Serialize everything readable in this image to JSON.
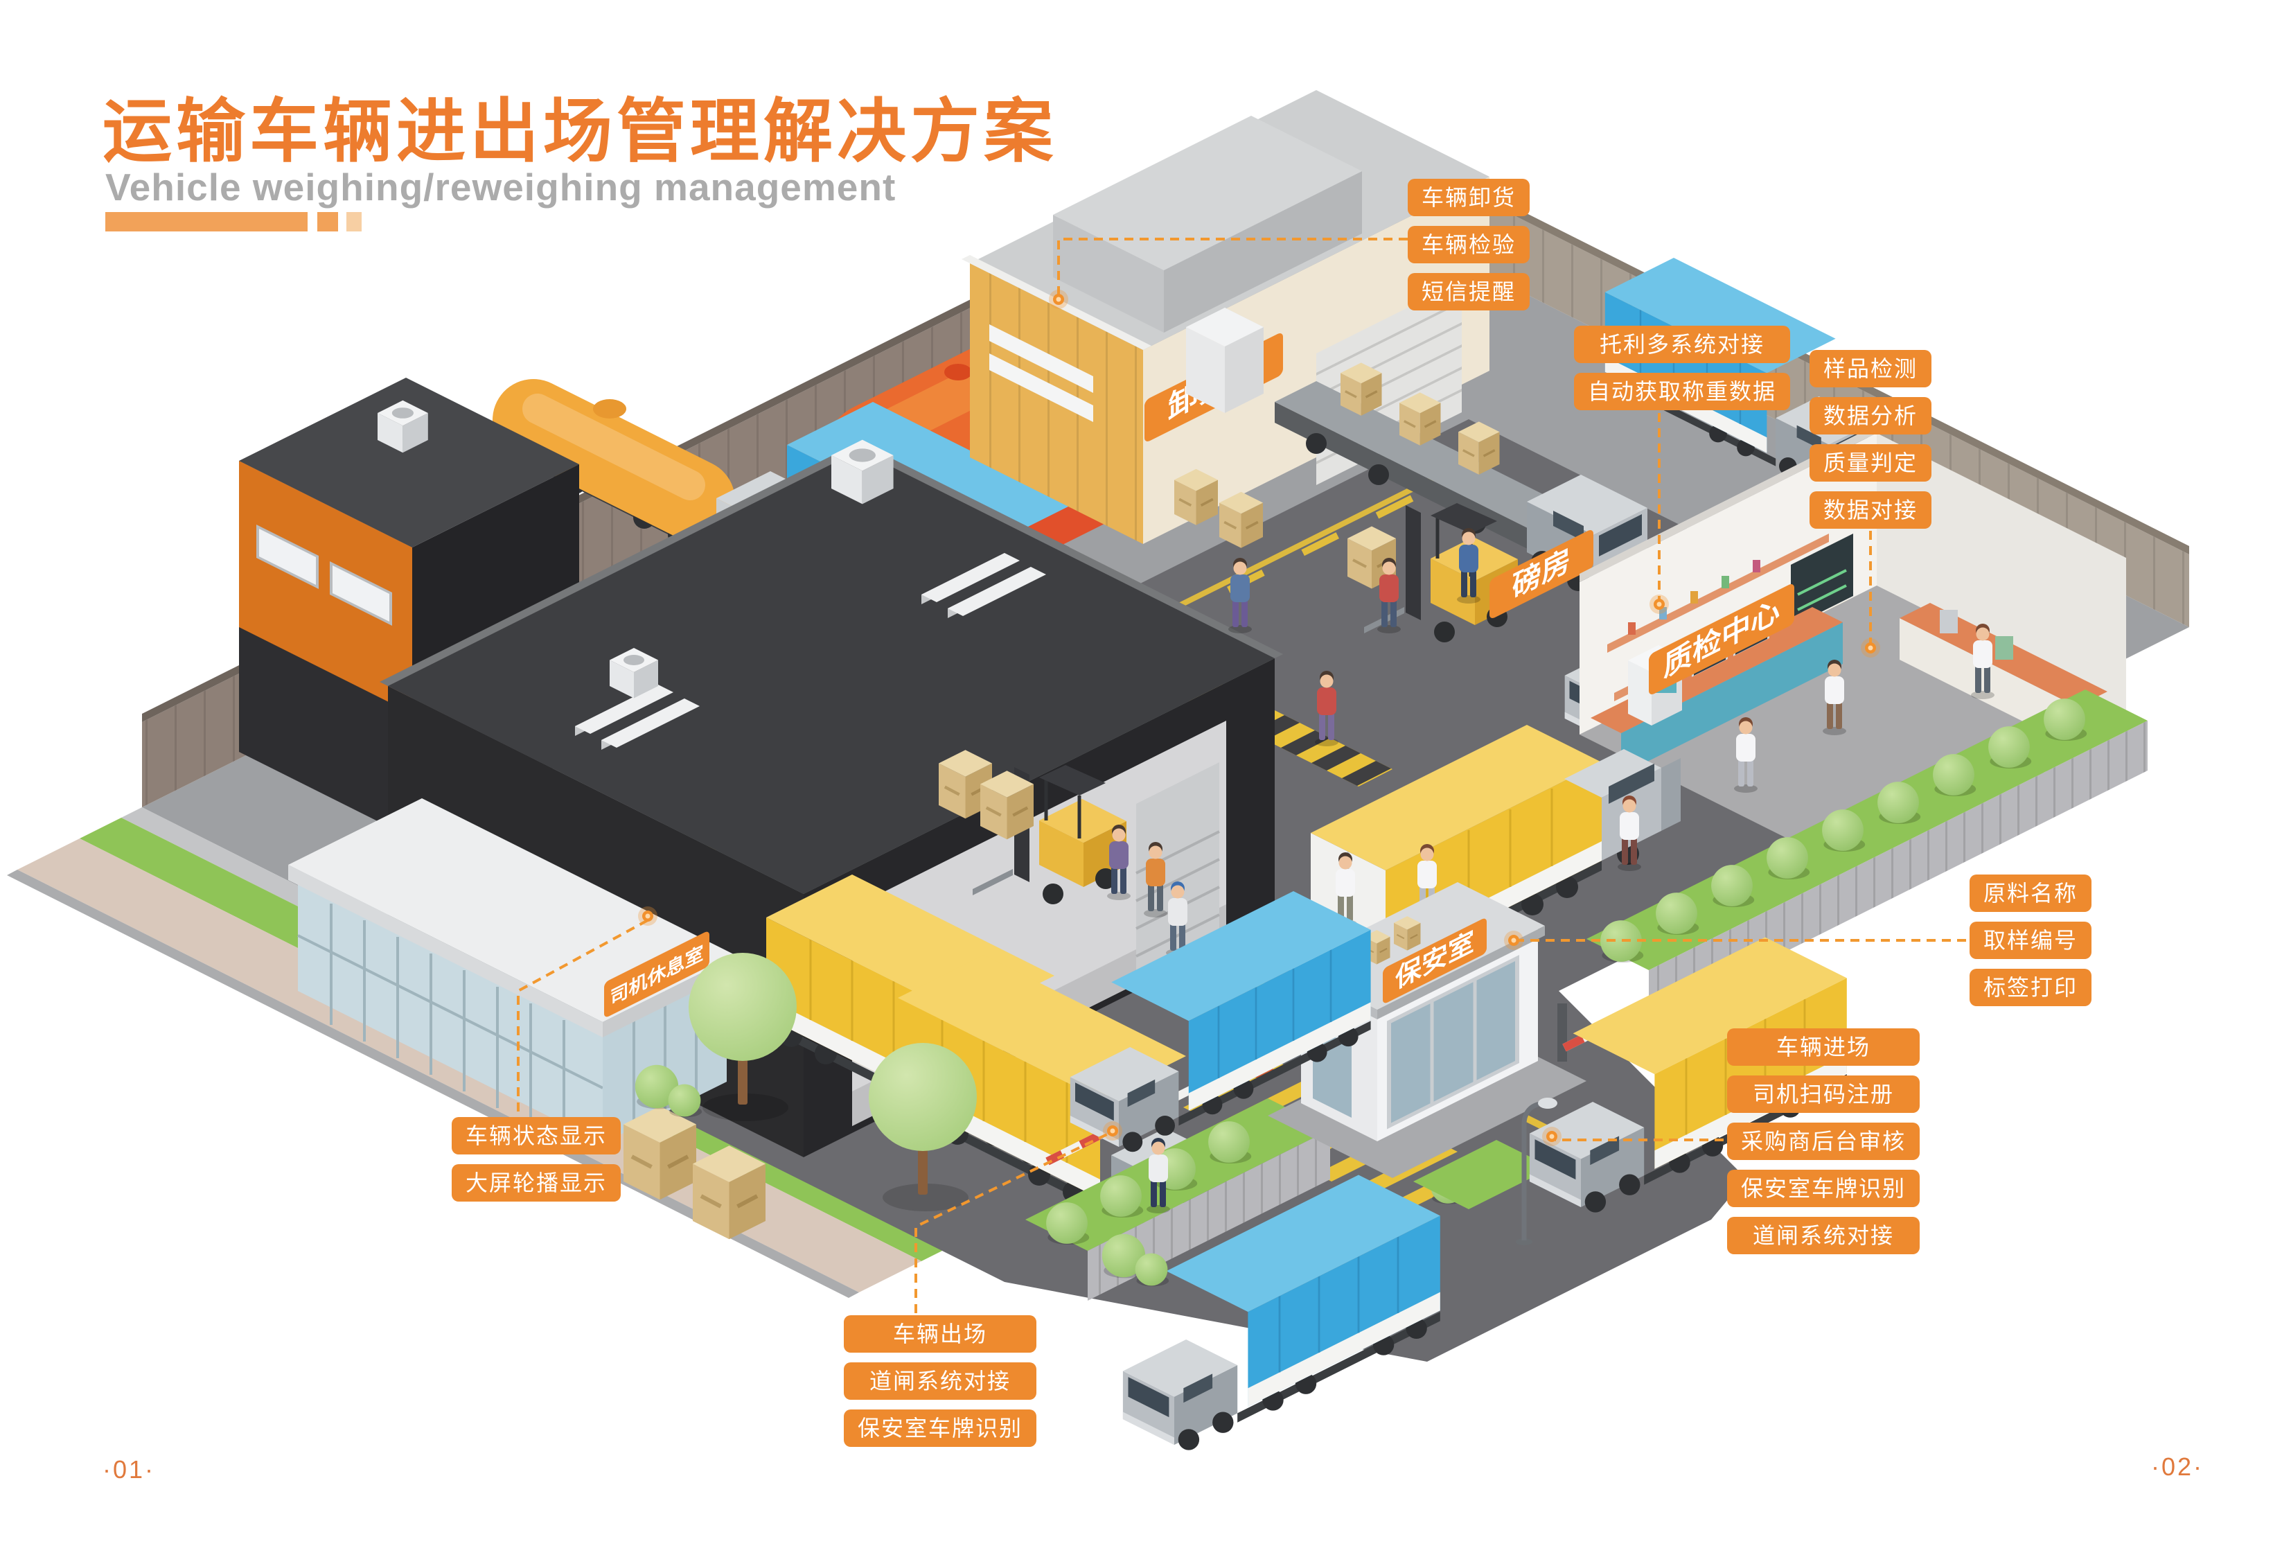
{
  "header": {
    "title": "运输车辆进出场管理解决方案",
    "subtitle": "Vehicle weighing/reweighing management"
  },
  "colors": {
    "accent": "#EE8A2E",
    "title": "#ED7C2E",
    "subtitle": "#ABABAB"
  },
  "signs": {
    "unloading": "卸货区",
    "weighbridge": "磅房",
    "qc_center": "质检中心",
    "driver_lounge": "司机休息室",
    "security_room": "保安室"
  },
  "callouts": {
    "unloading": [
      "车辆卸货",
      "车辆检验",
      "短信提醒"
    ],
    "weighing": [
      "托利多系统对接",
      "自动获取称重数据"
    ],
    "lab": [
      "样品检测",
      "数据分析",
      "质量判定",
      "数据对接"
    ],
    "sampling": [
      "原料名称",
      "取样编号",
      "标签打印"
    ],
    "entry": [
      "车辆进场",
      "司机扫码注册",
      "采购商后台审核",
      "保安室车牌识别",
      "道闸系统对接"
    ],
    "display": [
      "车辆状态显示",
      "大屏轮播显示"
    ],
    "exit": [
      "车辆出场",
      "道闸系统对接",
      "保安室车牌识别"
    ]
  },
  "page": {
    "left": "·01·",
    "right": "·02·"
  }
}
